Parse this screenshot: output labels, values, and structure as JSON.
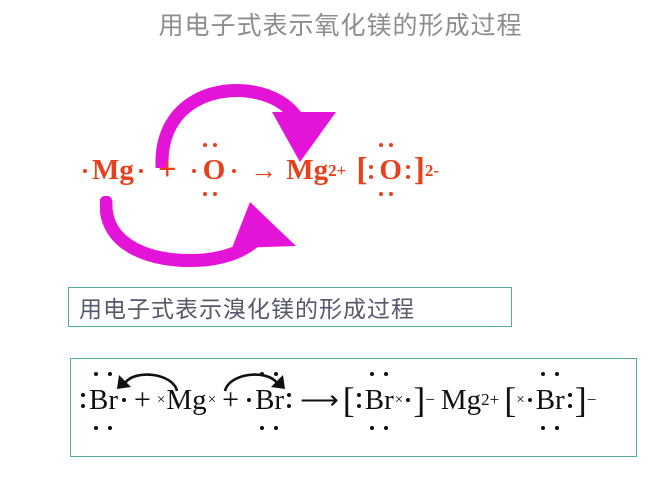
{
  "slide": {
    "title": "用电子式表示氧化镁的形成过程",
    "subheading": "用电子式表示溴化镁的形成过程"
  },
  "colors": {
    "title_gray": "#8d8d8d",
    "equation_red": "#e8401c",
    "electron_arrow_magenta": "#e313d8",
    "box_border_teal": "#56a8a0",
    "subheading_text": "#55596b",
    "equation_black": "#101010"
  },
  "equation_mgo": {
    "reactant_metal": "Mg",
    "plus": "+",
    "reactant_nonmetal": "O",
    "reaction_arrow": "→",
    "product_cation": "Mg",
    "product_cation_charge": "2+",
    "bracket_open": "[",
    "product_anion": "O",
    "bracket_close": "]",
    "product_anion_charge": "2-",
    "transfer_arrows": 2
  },
  "equation_mgbr2": {
    "reactant_br_left": "Br",
    "plus_left": "+",
    "reactant_metal": "Mg",
    "metal_electron_mark": "×",
    "plus_right": "+",
    "reactant_br_right": "Br",
    "reaction_arrow": "⟶",
    "bracket_open_left": "[",
    "product_br_left": "Br",
    "bracket_close_left": "]",
    "product_anion_charge_left": "−",
    "product_cation": "Mg",
    "product_cation_charge": "2+",
    "bracket_open_right": "[",
    "product_br_right": "Br",
    "bracket_close_right": "]",
    "product_anion_charge_right": "−",
    "transfer_arrows": 2
  }
}
